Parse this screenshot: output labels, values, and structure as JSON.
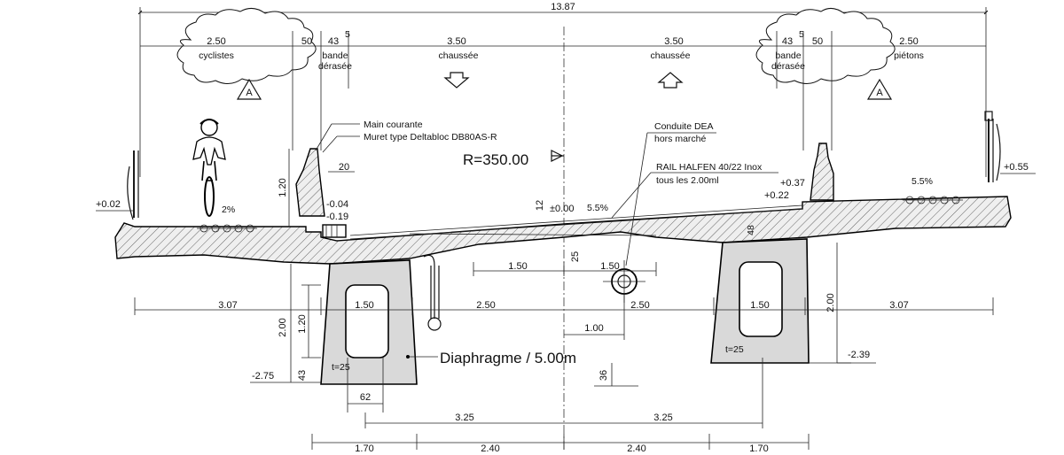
{
  "dims": {
    "total": "13.87",
    "top_left_cycl": "2.50",
    "top_left_50": "50",
    "top_left_43": "43",
    "top_left_sup": "5",
    "top_mid_left": "3.50",
    "top_mid_right": "3.50",
    "top_right_43": "43",
    "top_right_sup": "5",
    "top_right_50": "50",
    "top_right_piet": "2.50",
    "row1_left": "3.07",
    "row1_pier_left": "1.50",
    "row1_mid_left": "2.50",
    "row1_mid_right": "2.50",
    "row1_pier_right": "1.50",
    "row1_right": "3.07",
    "inner_150a": "1.50",
    "inner_150b": "1.50",
    "d_100": "1.00",
    "d_62": "62",
    "row2_left": "3.25",
    "row2_right": "3.25",
    "row3_a": "1.70",
    "row3_b": "2.40",
    "row3_c": "2.40",
    "row3_d": "1.70",
    "v_120_left": "1.20",
    "v_200_left": "2.00",
    "v_120_pier": "1.20",
    "v_43": "43",
    "v_200_right": "2.00",
    "v_36": "36",
    "v_25": "25",
    "v_12": "12",
    "v_48": "48",
    "d_20": "20"
  },
  "labels": {
    "cyclistes": "cyclistes",
    "bande_l1": "bande",
    "bande_l2": "dérasée",
    "chaussee_l": "chaussée",
    "chaussee_r": "chaussée",
    "bande_r1": "bande",
    "bande_r2": "dérasée",
    "pietons": "piétons",
    "marker_a_left": "A",
    "marker_a_right": "A",
    "main_courante": "Main courante",
    "muret": "Muret type Deltabloc DB80AS-R",
    "radius": "R=350.00",
    "conduite_1": "Conduite DEA",
    "conduite_2": "hors marché",
    "rail_1": "RAIL HALFEN 40/22 Inox",
    "rail_2": "tous les 2.00ml",
    "diaphragme": "Diaphragme / 5.00m",
    "t_left": "t=25",
    "t_right": "t=25"
  },
  "levels": {
    "left_edge": "+0.02",
    "left_bande_a": "-0.04",
    "left_bande_b": "-0.19",
    "axis": "±0.00",
    "slope_mid": "5.5%",
    "slope_left": "2%",
    "right_bande_a": "+0.37",
    "right_bande_b": "+0.22",
    "slope_right": "5.5%",
    "right_edge": "+0.55",
    "pier_left_base": "-2.75",
    "pier_right_base": "-2.39"
  }
}
